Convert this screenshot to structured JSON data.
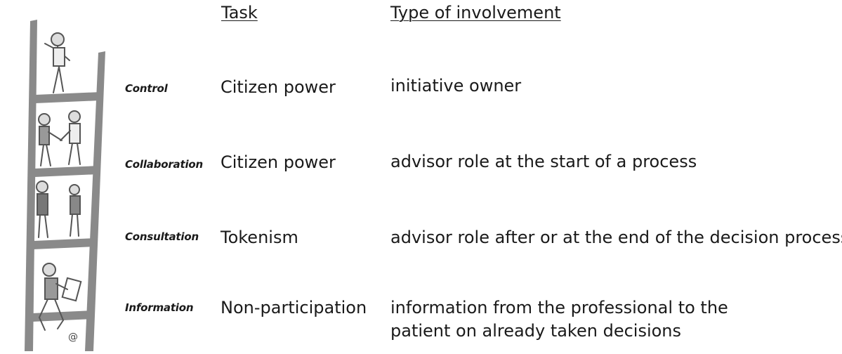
{
  "headers": {
    "task": "Task",
    "type": "Type of involvement"
  },
  "rows": [
    {
      "level": "Control",
      "task": "Citizen power",
      "involvement": [
        "initiative owner"
      ]
    },
    {
      "level": "Collaboration",
      "task": "Citizen power",
      "involvement": [
        "advisor role at the start of a process"
      ]
    },
    {
      "level": "Consultation",
      "task": "Tokenism",
      "involvement": [
        "advisor role after or at the end of the decision process"
      ]
    },
    {
      "level": "Information",
      "task": "Non-participation",
      "involvement": [
        "information from the professional to the",
        "patient on already taken decisions"
      ]
    }
  ],
  "ladder": {
    "rail_color": "#8a8a8a",
    "figure_color": "#555555",
    "at_symbol": "@"
  }
}
